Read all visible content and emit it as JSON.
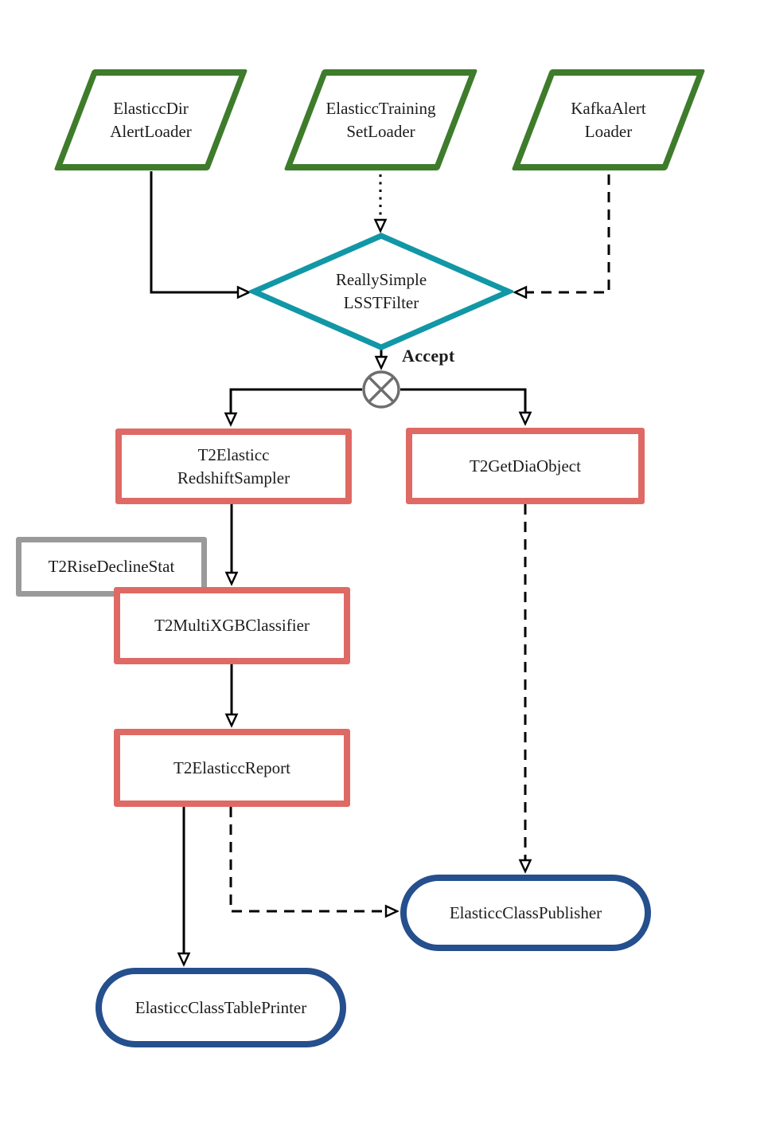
{
  "colors": {
    "loader-border": "#3e7c2b",
    "filter-border": "#1197a6",
    "t2-border": "#df6964",
    "aux-border": "#9a9a9a",
    "output-border": "#254f8d",
    "connector": "#000000",
    "junction": "#6e6e6e",
    "text": "#1c1c1c",
    "bg": "#ffffff"
  },
  "nodes": {
    "elasticc_dir_alert_loader": {
      "line1": "ElasticcDir",
      "line2": "AlertLoader"
    },
    "elasticc_training_set_loader": {
      "line1": "ElasticcTraining",
      "line2": "SetLoader"
    },
    "kafka_alert_loader": {
      "line1": "KafkaAlert",
      "line2": "Loader"
    },
    "really_simple_lsst_filter": {
      "line1": "ReallySimple",
      "line2": "LSSTFilter"
    },
    "t2_elasticc_redshift_sampler": {
      "line1": "T2Elasticc",
      "line2": "RedshiftSampler"
    },
    "t2_get_dia_object": {
      "label": "T2GetDiaObject"
    },
    "t2_rise_decline_stat": {
      "label": "T2RiseDeclineStat"
    },
    "t2_multi_xgb_classifier": {
      "label": "T2MultiXGBClassifier"
    },
    "t2_elasticc_report": {
      "label": "T2ElasticcReport"
    },
    "elasticc_class_publisher": {
      "label": "ElasticcClassPublisher"
    },
    "elasticc_class_table_printer": {
      "label": "ElasticcClassTablePrinter"
    }
  },
  "labels": {
    "accept": "Accept"
  },
  "edges": [
    {
      "from": "ElasticcDirAlertLoader",
      "to": "ReallySimpleLSSTFilter",
      "style": "solid"
    },
    {
      "from": "ElasticcTrainingSetLoader",
      "to": "ReallySimpleLSSTFilter",
      "style": "dotted"
    },
    {
      "from": "KafkaAlertLoader",
      "to": "ReallySimpleLSSTFilter",
      "style": "dashed"
    },
    {
      "from": "ReallySimpleLSSTFilter",
      "to": "accept-junction",
      "style": "solid",
      "label": "Accept"
    },
    {
      "from": "accept-junction",
      "to": "T2ElasticcRedshiftSampler",
      "style": "solid"
    },
    {
      "from": "accept-junction",
      "to": "T2GetDiaObject",
      "style": "solid"
    },
    {
      "from": "T2ElasticcRedshiftSampler",
      "to": "T2MultiXGBClassifier",
      "style": "solid"
    },
    {
      "from": "T2MultiXGBClassifier",
      "to": "T2ElasticcReport",
      "style": "solid"
    },
    {
      "from": "T2ElasticcReport",
      "to": "ElasticcClassTablePrinter",
      "style": "solid"
    },
    {
      "from": "T2ElasticcReport",
      "to": "ElasticcClassPublisher",
      "style": "dashed"
    },
    {
      "from": "T2GetDiaObject",
      "to": "ElasticcClassPublisher",
      "style": "dashed"
    }
  ]
}
